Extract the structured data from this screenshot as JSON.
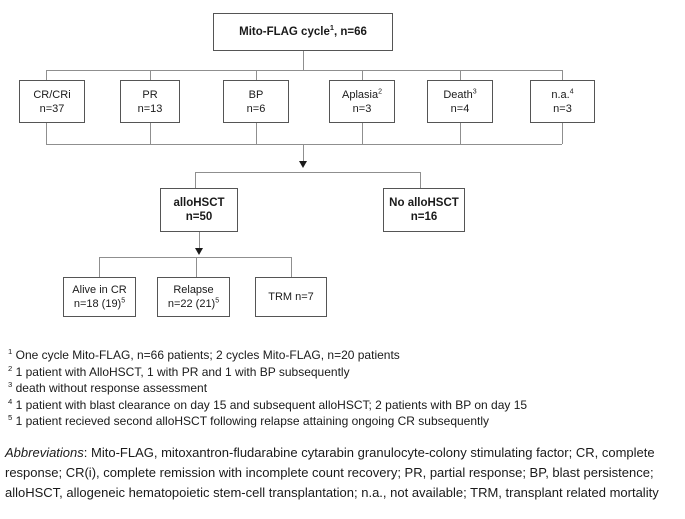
{
  "colors": {
    "box_border": "#555555",
    "connector_line": "#8f8f8f",
    "arrow": "#1a1a1a",
    "text": "#1a1a1a",
    "background": "#ffffff"
  },
  "flowchart": {
    "root": {
      "label": "Mito-FLAG cycle",
      "sup": "1",
      "rest": ", n=66"
    },
    "outcomes": [
      {
        "label": "CR/CRi",
        "sup": "",
        "n": "n=37"
      },
      {
        "label": "PR",
        "sup": "",
        "n": "n=13"
      },
      {
        "label": "BP",
        "sup": "",
        "n": "n=6"
      },
      {
        "label": "Aplasia",
        "sup": "2",
        "n": "n=3"
      },
      {
        "label": "Death",
        "sup": "3",
        "n": "n=4"
      },
      {
        "label": "n.a.",
        "sup": "4",
        "n": "n=3"
      }
    ],
    "transplant": {
      "yes": {
        "line1": "alloHSCT",
        "line2": "n=50"
      },
      "no": {
        "line1": "No alloHSCT",
        "line2": "n=16"
      }
    },
    "followup": {
      "alive": {
        "line1": "Alive in CR",
        "line2": "n=18 (19)",
        "sup": "5"
      },
      "relapse": {
        "line1": "Relapse",
        "line2": "n=22 (21)",
        "sup": "5"
      },
      "trm": {
        "line1": "TRM n=7"
      }
    }
  },
  "footnotes": [
    {
      "marker": "1",
      "text": " One cycle Mito-FLAG, n=66 patients; 2 cycles Mito-FLAG, n=20 patients"
    },
    {
      "marker": "2",
      "text": " 1 patient with AlloHSCT, 1 with PR and 1 with BP subsequently"
    },
    {
      "marker": "3",
      "text": " death without response assessment"
    },
    {
      "marker": "4",
      "text": " 1 patient with blast clearance on day 15 and subsequent alloHSCT; 2 patients with BP on day 15"
    },
    {
      "marker": "5",
      "text": " 1 patient recieved second alloHSCT following relapse attaining ongoing CR subsequently"
    }
  ],
  "abbreviations": {
    "lead": "Abbreviations",
    "text": ": Mito-FLAG, mitoxantron-fludarabine cytarabin granulocyte-colony stimulating factor; CR, complete response; CR(i), complete remission with incomplete count recovery; PR, partial response; BP, blast persistence; alloHSCT, allogeneic hematopoietic stem-cell transplantation; n.a., not available; TRM, transplant related mortality"
  }
}
